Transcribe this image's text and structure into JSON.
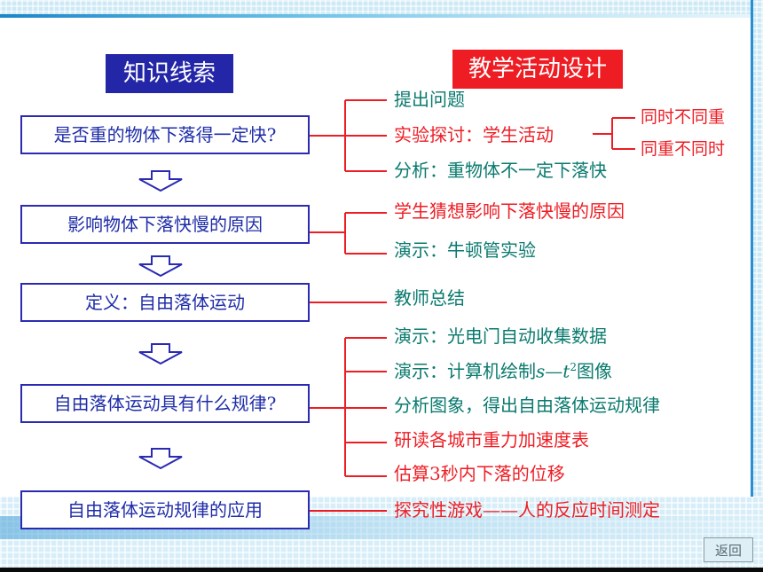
{
  "headings": {
    "left": "知识线索",
    "right": "教学活动设计"
  },
  "nodes": [
    "是否重的物体下落得一定快?",
    "影响物体下落快慢的原因",
    "定义：自由落体运动",
    "自由落体运动具有什么规律?",
    "自由落体运动规律的应用"
  ],
  "activities": {
    "group1": [
      "提出问题",
      "实验探讨：学生活动",
      "分析：重物体不一定下落快"
    ],
    "group1_sub": [
      "同时不同重",
      "同重不同时"
    ],
    "group2": [
      "学生猜想影响下落快慢的原因",
      "演示：牛顿管实验"
    ],
    "group3": [
      "教师总结"
    ],
    "group4": [
      "演示：光电门自动收集数据",
      "演示：计算机绘制",
      "图像",
      "分析图象，得出自由落体运动规律",
      "研读各城市重力加速度表",
      "估算3秒内下落的位移"
    ],
    "formula": {
      "s": "s",
      "dash": "—",
      "t": "t",
      "sup": "2"
    },
    "group5": [
      "探究性游戏——人的反应时间测定"
    ]
  },
  "nav": {
    "back_label": "返回"
  },
  "colors": {
    "heading_left_bg": "#2426a8",
    "heading_right_bg": "#ee1d24",
    "node_border": "#2a2ab2",
    "connector": "#ee1d24",
    "teal_text": "#0a7a6e",
    "red_text": "#ee1d24"
  }
}
